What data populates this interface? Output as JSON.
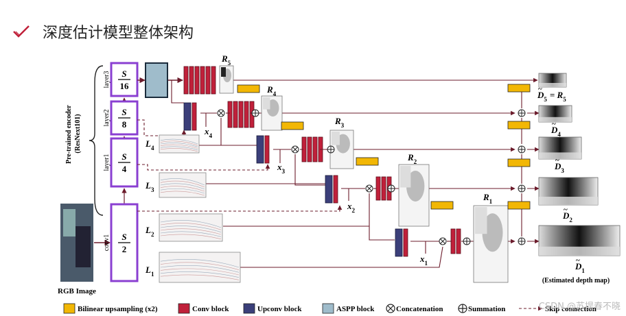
{
  "page": {
    "title": "深度估计模型整体架构",
    "watermark": "CSDN @苏提春不晓"
  },
  "encoder": {
    "label_line1": "Pre-trained encoder",
    "label_line2": "(ResNext101)",
    "stages": [
      {
        "layer": "layer3",
        "num": "S",
        "den": "16"
      },
      {
        "layer": "layer2",
        "num": "S",
        "den": "8"
      },
      {
        "layer": "layer1",
        "num": "S",
        "den": "4"
      },
      {
        "layer": "conv1",
        "num": "S",
        "den": "2"
      }
    ],
    "input_label": "RGB Image"
  },
  "laplacian": [
    "L",
    "L",
    "L",
    "L"
  ],
  "laplacian_sub": [
    "4",
    "3",
    "2",
    "1"
  ],
  "residuals": [
    {
      "name": "R",
      "sub": "5"
    },
    {
      "name": "R",
      "sub": "4"
    },
    {
      "name": "R",
      "sub": "3"
    },
    {
      "name": "R",
      "sub": "2"
    },
    {
      "name": "R",
      "sub": "1"
    }
  ],
  "x_labels": [
    {
      "name": "x",
      "sub": "4"
    },
    {
      "name": "x",
      "sub": "3"
    },
    {
      "name": "x",
      "sub": "2"
    },
    {
      "name": "x",
      "sub": "1"
    }
  ],
  "outputs": [
    {
      "name": "D",
      "sub": "5",
      "extra": "= R",
      "extra_sub": "5"
    },
    {
      "name": "D",
      "sub": "4"
    },
    {
      "name": "D",
      "sub": "3"
    },
    {
      "name": "D",
      "sub": "2"
    },
    {
      "name": "D",
      "sub": "1"
    }
  ],
  "output_caption": "(Estimated depth map)",
  "legend": [
    {
      "label": "Bilinear upsampling (x2)",
      "icon": "yellow-box",
      "color": "#f2b705"
    },
    {
      "label": "Conv block",
      "icon": "red-box",
      "color": "#c0203a"
    },
    {
      "label": "Upconv block",
      "icon": "navy-box",
      "color": "#3b3f7a"
    },
    {
      "label": "ASPP block",
      "icon": "teal-box",
      "color": "#9fbccb"
    },
    {
      "label": "Concatenation",
      "icon": "concat-icon"
    },
    {
      "label": "Summation",
      "icon": "sum-icon"
    },
    {
      "label": "Skip connection",
      "icon": "dashed-arrow"
    }
  ],
  "colors": {
    "arrow": "#6b1b2b",
    "encoder_border": "#8a3fd1",
    "yellow": "#f2b705",
    "red": "#c0203a",
    "navy": "#3b3f7a",
    "aspp": "#9fbccb"
  }
}
